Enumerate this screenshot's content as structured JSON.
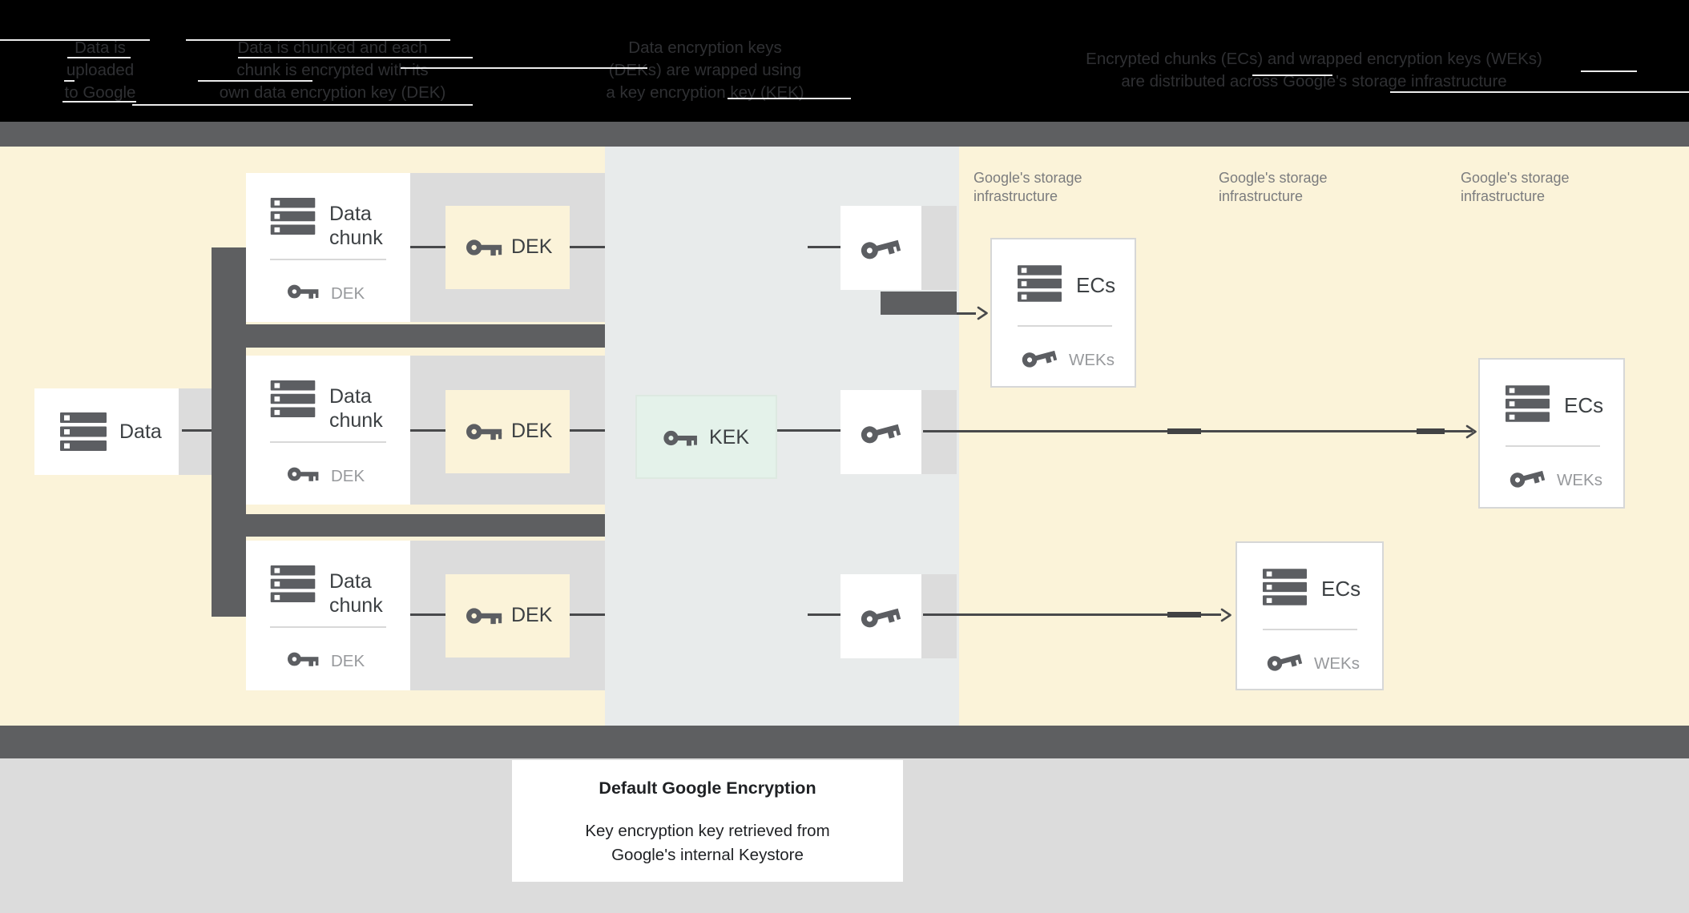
{
  "header": {
    "steps": [
      {
        "lines": [
          "Data is",
          "uploaded",
          "to Google"
        ]
      },
      {
        "lines": [
          "Data is chunked and each",
          "chunk is encrypted with its",
          "own data encryption key (DEK)"
        ]
      },
      {
        "lines": [
          "Data encryption keys",
          "(DEKs) are wrapped using",
          "a key encryption key (KEK)"
        ]
      },
      {
        "lines": [
          "Encrypted chunks (ECs) and wrapped encryption keys (WEKs)",
          "are distributed across Google's storage infrastructure"
        ]
      }
    ]
  },
  "diagram": {
    "data_box": {
      "label": "Data",
      "icon": "server-icon"
    },
    "chunks": [
      {
        "title": "Data chunk",
        "key_label": "DEK",
        "icon": "server-icon",
        "key_icon": "key-icon"
      },
      {
        "title": "Data chunk",
        "key_label": "DEK",
        "icon": "server-icon",
        "key_icon": "key-icon"
      },
      {
        "title": "Data chunk",
        "key_label": "DEK",
        "icon": "server-icon",
        "key_icon": "key-icon"
      }
    ],
    "dek_boxes": [
      {
        "label": "DEK",
        "icon": "key-icon"
      },
      {
        "label": "DEK",
        "icon": "key-icon"
      },
      {
        "label": "DEK",
        "icon": "key-icon"
      }
    ],
    "kek_box": {
      "label": "KEK",
      "icon": "key-icon"
    },
    "wrapped_key_boxes": [
      {
        "icon": "wrapped-key-icon"
      },
      {
        "icon": "wrapped-key-icon"
      },
      {
        "icon": "wrapped-key-icon"
      }
    ],
    "storage_labels": [
      {
        "line1": "Google's storage",
        "line2": "infrastructure"
      },
      {
        "line1": "Google's storage",
        "line2": "infrastructure"
      },
      {
        "line1": "Google's storage",
        "line2": "infrastructure"
      }
    ],
    "ecs_boxes": [
      {
        "title": "ECs",
        "key_label": "WEKs",
        "icon": "server-icon",
        "key_icon": "wrapped-key-icon"
      },
      {
        "title": "ECs",
        "key_label": "WEKs",
        "icon": "server-icon",
        "key_icon": "wrapped-key-icon"
      },
      {
        "title": "ECs",
        "key_label": "WEKs",
        "icon": "server-icon",
        "key_icon": "wrapped-key-icon"
      }
    ]
  },
  "caption": {
    "title": "Default Google Encryption",
    "body_line1": "Key encryption key retrieved from",
    "body_line2": "Google's internal Keystore"
  },
  "colors": {
    "cream_background": "#fbf3d9",
    "kek_column_background": "#e8ebeb",
    "dark_band": "#5e5f61",
    "light_gray": "#dcdcdc",
    "kek_box_mint": "#e4f2ea",
    "icon_gray": "#5c5e62",
    "text_dark": "#3c4043",
    "text_muted": "#97999c",
    "storage_label_gray": "#7b7c7e",
    "footer_background": "#dcdcdc"
  }
}
